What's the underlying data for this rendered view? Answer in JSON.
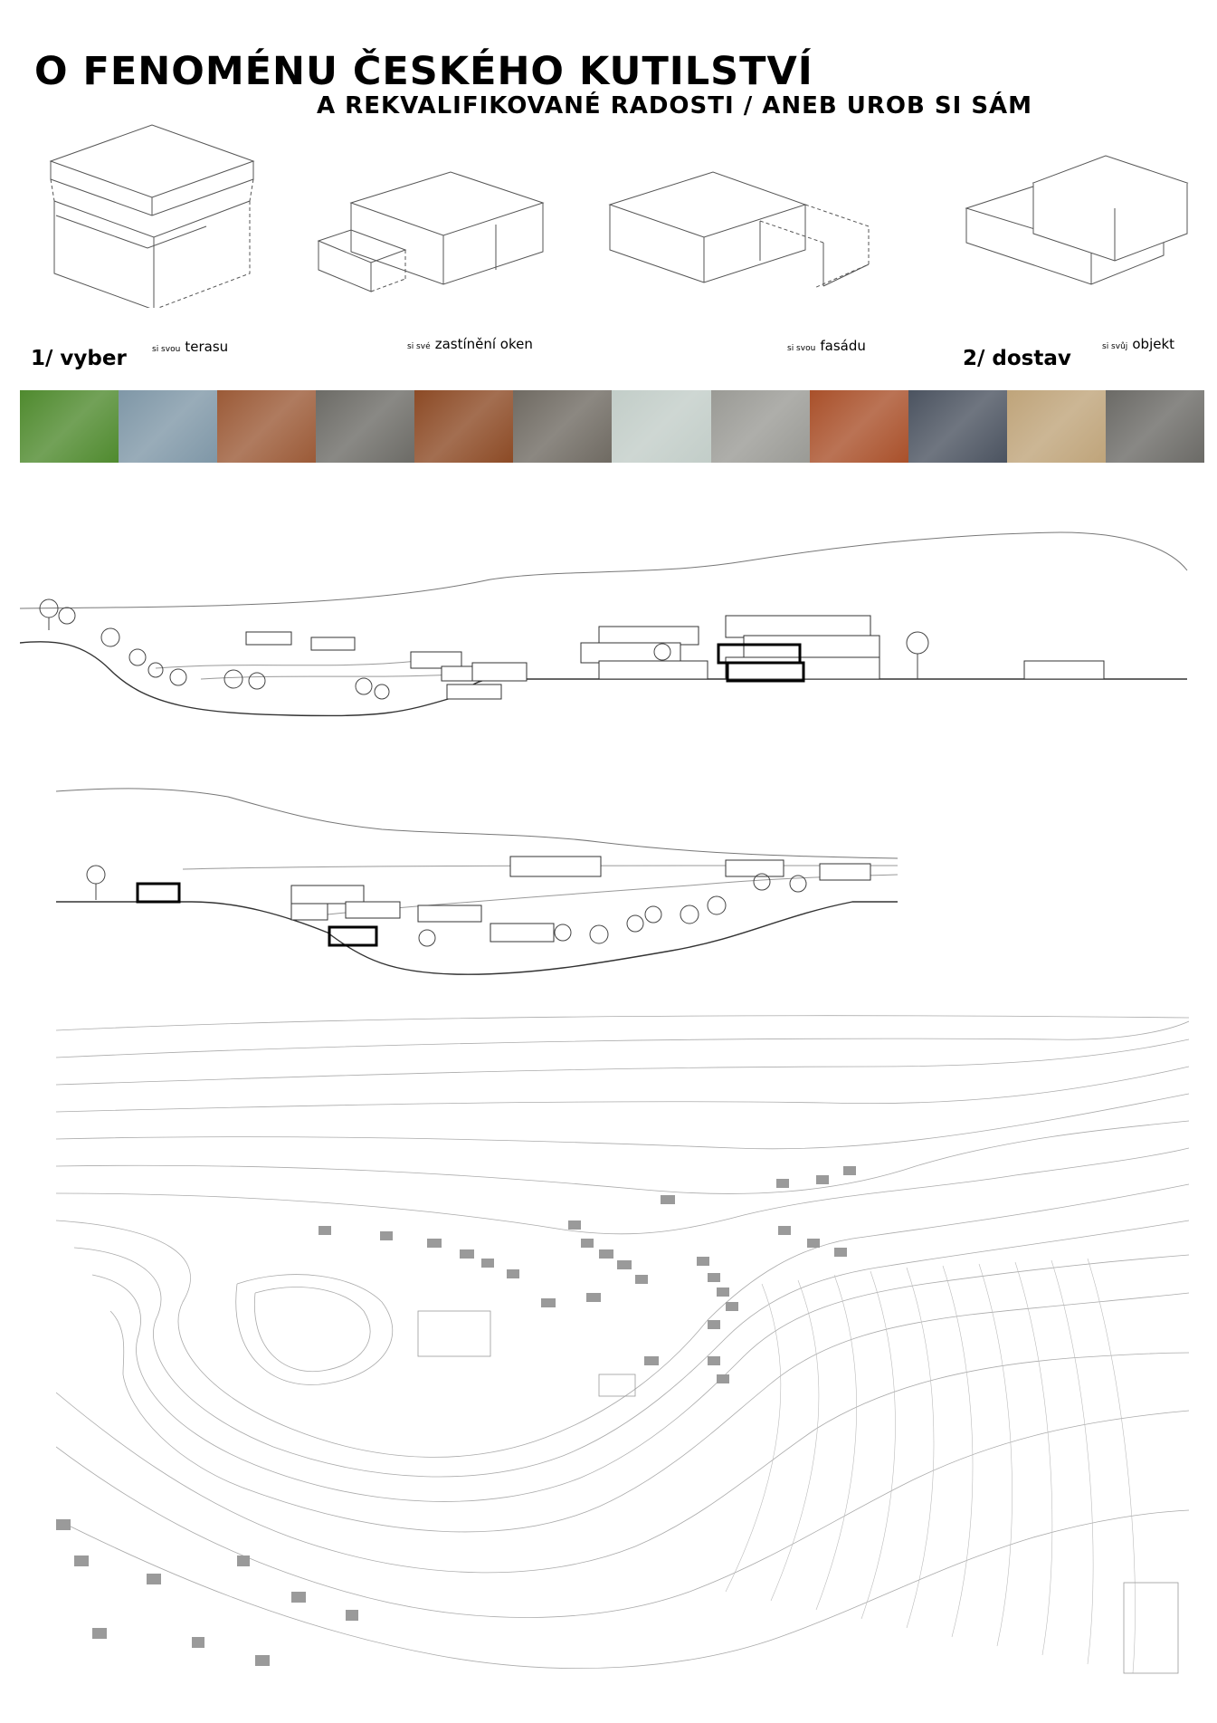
{
  "header": {
    "title": "O FENOMÉNU ČESKÉHO KUTILSTVÍ",
    "subtitle": "A REKVALIFIKOVANÉ RADOSTI / ANEB UROB SI SÁM"
  },
  "steps": {
    "step1": "1/ vyber",
    "step2": "2/ dostav"
  },
  "choices": [
    {
      "small": "si svou",
      "big": "terasu"
    },
    {
      "small": "si své",
      "big": "zastínění oken"
    },
    {
      "small": "si svou",
      "big": "fasádu"
    },
    {
      "small": "si svůj",
      "big": "objekt"
    }
  ],
  "materials": [
    {
      "name": "grass-swatch",
      "color": "#4f8a2e"
    },
    {
      "name": "pebbles-swatch",
      "color": "#7f97a7"
    },
    {
      "name": "wood-decking-swatch",
      "color": "#9b5a37"
    },
    {
      "name": "steel-mesh-swatch",
      "color": "#6c6b66"
    },
    {
      "name": "perforated-corten-swatch",
      "color": "#8c4a25"
    },
    {
      "name": "weathered-wood-swatch",
      "color": "#6f6a62"
    },
    {
      "name": "plaster-swatch",
      "color": "#c2cdc8"
    },
    {
      "name": "concrete-swatch",
      "color": "#9a9a95"
    },
    {
      "name": "corten-steel-swatch",
      "color": "#a9502a"
    },
    {
      "name": "cobblestone-swatch",
      "color": "#4b5360"
    },
    {
      "name": "straw-swatch",
      "color": "#bfa47a"
    },
    {
      "name": "rough-concrete-swatch",
      "color": "#6b6a66"
    }
  ]
}
